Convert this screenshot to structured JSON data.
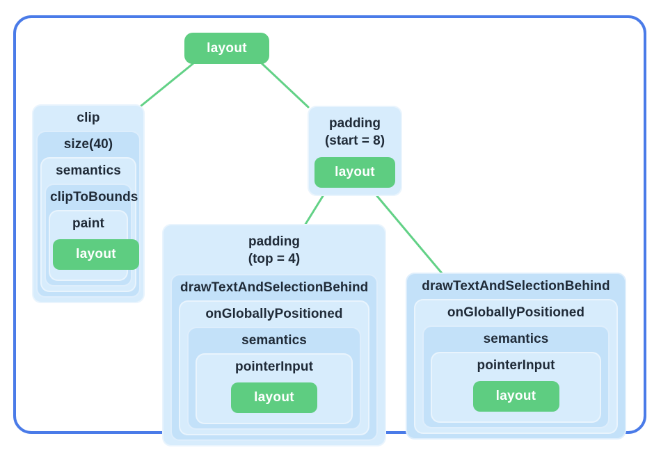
{
  "colors": {
    "frame_border": "#4a7be8",
    "connector_green": "#62d186",
    "node_green": "#5ecd81",
    "box_blue_light": "#d7ecfc",
    "box_blue_dark": "#c3e1f9",
    "label_text": "#1f2a37",
    "leaf_text": "#ffffff",
    "background": "#ffffff"
  },
  "root_node": {
    "label": "layout"
  },
  "clip_chain": {
    "title": "clip",
    "level1": "size(40)",
    "level2": "semantics",
    "level3": "clipToBounds",
    "level4": "paint",
    "leaf": "layout"
  },
  "padding_start_chain": {
    "title_line1": "padding",
    "title_line2": "(start = 8)",
    "leaf": "layout"
  },
  "padding_top_chain": {
    "title_line1": "padding",
    "title_line2": "(top = 4)",
    "level1": "drawTextAndSelectionBehind",
    "level2": "onGloballyPositioned",
    "level3": "semantics",
    "level4": "pointerInput",
    "leaf": "layout"
  },
  "draw_text_chain": {
    "title": "drawTextAndSelectionBehind",
    "level1": "onGloballyPositioned",
    "level2": "semantics",
    "level3": "pointerInput",
    "leaf": "layout"
  }
}
